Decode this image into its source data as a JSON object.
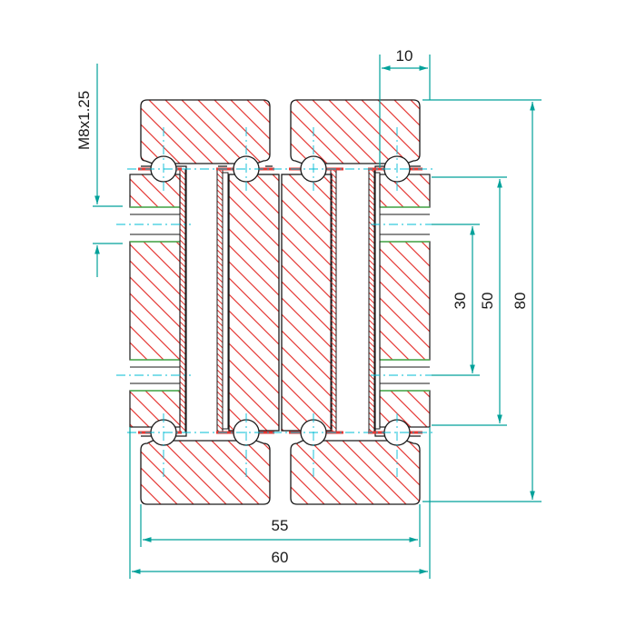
{
  "drawing": {
    "colors": {
      "dimension": "#00a19a",
      "hatch": "#e53935",
      "outline": "#1a1a1a",
      "center_line": "#00bcd4",
      "green_marks": "#4caf50"
    }
  },
  "dimensions": {
    "thread": "M8x1.25",
    "top_width": "10",
    "h30": "30",
    "h50": "50",
    "h80": "80",
    "w55": "55",
    "w60": "60"
  }
}
